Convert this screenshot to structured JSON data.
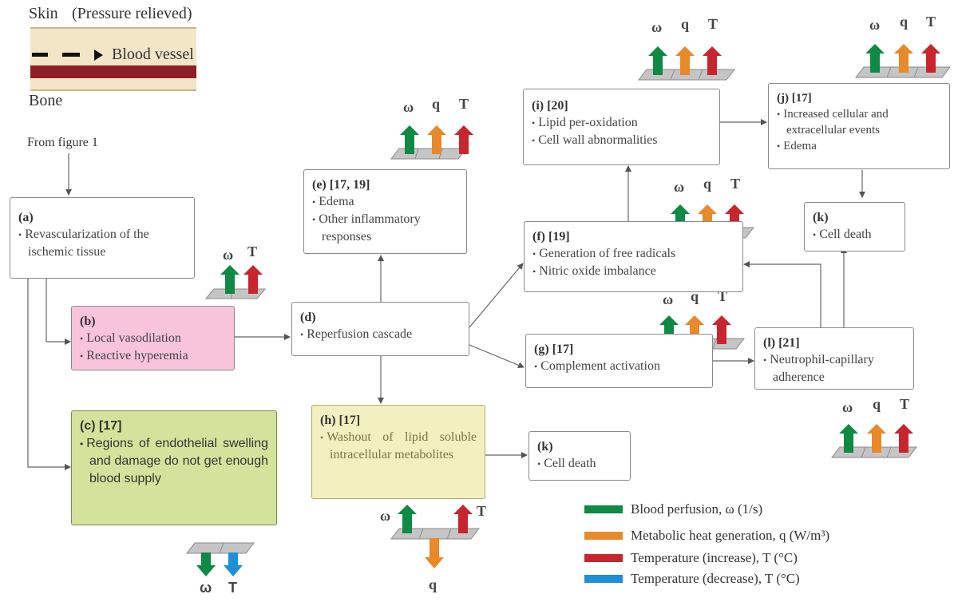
{
  "illustration": {
    "skin_label": "Skin",
    "pressure_label": "(Pressure relieved)",
    "vessel_label": "Blood vessel",
    "bone_label": "Bone"
  },
  "source_label": "From figure 1",
  "boxes": {
    "a": {
      "header": "(a)",
      "items": [
        "Revascularization of the ischemic tissue"
      ]
    },
    "b": {
      "header": "(b)",
      "items": [
        "Local vasodilation",
        "Reactive hyperemia"
      ]
    },
    "c": {
      "header": "(c) [17]",
      "items": [
        "Regions of endothelial swelling and damage do not get enough blood supply"
      ]
    },
    "d": {
      "header": "(d)",
      "items": [
        "Reperfusion cascade"
      ]
    },
    "e": {
      "header": "(e) [17, 19]",
      "items": [
        "Edema",
        "Other inflammatory responses"
      ]
    },
    "f": {
      "header": "(f) [19]",
      "items": [
        "Generation of free radicals",
        "Nitric oxide imbalance"
      ]
    },
    "g": {
      "header": "(g) [17]",
      "items": [
        "Complement activation"
      ]
    },
    "h": {
      "header": "(h) [17]",
      "items": [
        "Washout of lipid soluble intracellular metabolites"
      ]
    },
    "k1": {
      "header": "(k)",
      "items": [
        "Cell death"
      ]
    },
    "i": {
      "header": "(i) [20]",
      "items": [
        "Lipid per-oxidation",
        "Cell wall abnormalities"
      ]
    },
    "j": {
      "header": "(j) [17]",
      "items": [
        "Increased cellular and extracellular events",
        "Edema"
      ]
    },
    "k2": {
      "header": "(k)",
      "items": [
        "Cell death"
      ]
    },
    "l": {
      "header": "(l) [21]",
      "items": [
        "Neutrophil-capillary adherence"
      ]
    }
  },
  "symbols": {
    "omega": "ω",
    "q": "q",
    "T": "T"
  },
  "colors": {
    "perfusion": "#0e8a44",
    "heat": "#e8892a",
    "temp_increase": "#c8262e",
    "temp_decrease": "#1c8fd6",
    "vessel": "#8f1f27",
    "tissue": "#f3e6c6",
    "pink_box": "#f7c4dc",
    "green_box": "#d4e39c",
    "yellow_box": "#f4efbe"
  },
  "legend": [
    {
      "label": "Blood perfusion, ω (1/s)",
      "color_key": "perfusion"
    },
    {
      "label": "Metabolic heat generation, q (W/m³)",
      "color_key": "heat"
    },
    {
      "label": "Temperature (increase), T (°C)",
      "color_key": "temp_increase"
    },
    {
      "label": "Temperature (decrease), T (°C)",
      "color_key": "temp_decrease"
    }
  ]
}
